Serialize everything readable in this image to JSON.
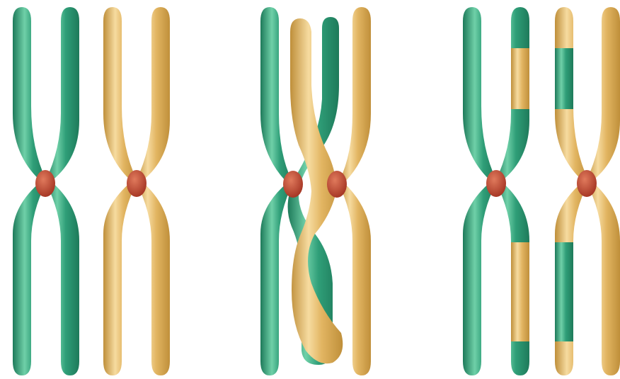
{
  "colors": {
    "green": "#2f9e78",
    "green_light": "#6fd0a8",
    "green_dark": "#1e7a5a",
    "yellow": "#e2b562",
    "yellow_light": "#f6dba0",
    "yellow_dark": "#bf8f3a",
    "centromere": "#c2452f",
    "centromere_light": "#e07a5c",
    "background": "#ffffff"
  },
  "panels": [
    {
      "stage": "homologous-pair",
      "chromatids": [
        "green",
        "green",
        "yellow",
        "yellow"
      ]
    },
    {
      "stage": "crossing-over",
      "chromatids": [
        "green",
        "green",
        "yellow",
        "yellow"
      ]
    },
    {
      "stage": "recombinant-chromatids",
      "chromatids": [
        "green",
        "green-with-yellow-segments",
        "yellow-with-green-segments",
        "yellow"
      ]
    }
  ]
}
